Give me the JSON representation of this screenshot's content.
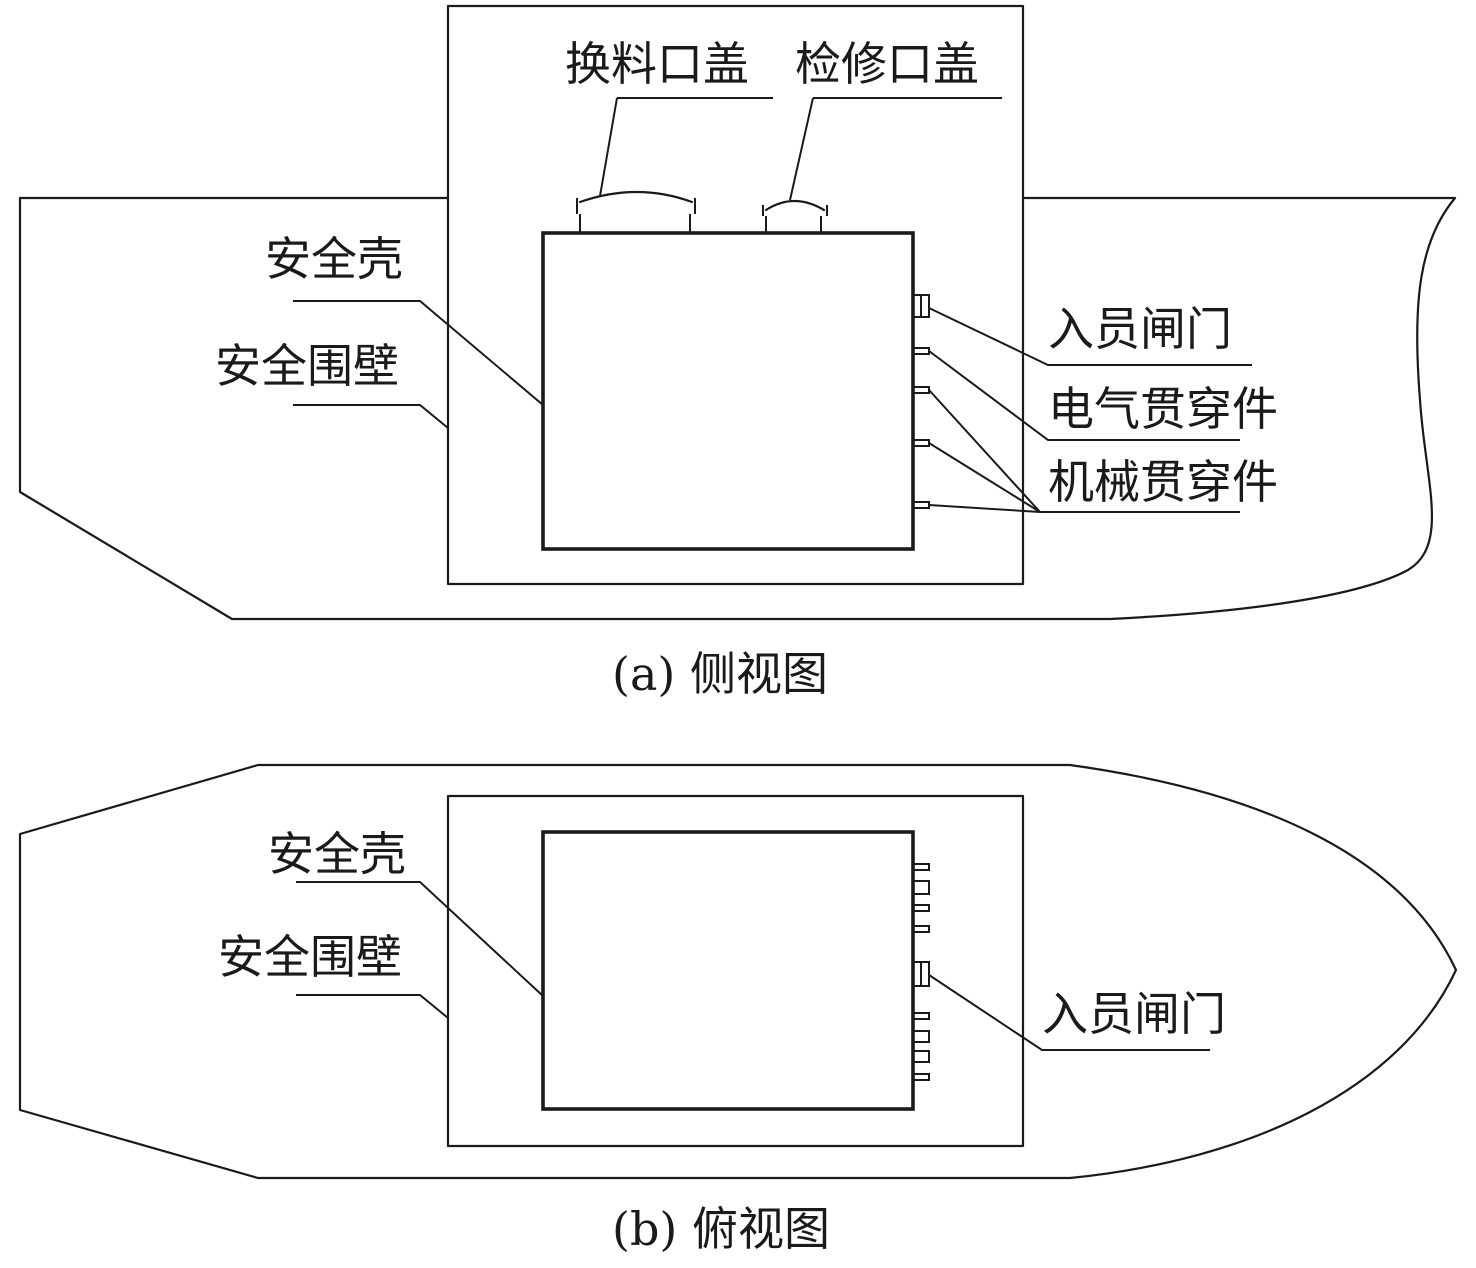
{
  "side_view": {
    "caption": "(a) 侧视图",
    "labels": {
      "refuel_cover": "换料口盖",
      "inspection_cover": "检修口盖",
      "containment": "安全壳",
      "safety_wall": "安全围壁",
      "personnel_airlock": "入员闸门",
      "electrical_penetration": "电气贯穿件",
      "mechanical_penetration": "机械贯穿件"
    }
  },
  "top_view": {
    "caption": "(b) 俯视图",
    "labels": {
      "containment": "安全壳",
      "safety_wall": "安全围壁",
      "personnel_airlock": "入员闸门"
    }
  }
}
